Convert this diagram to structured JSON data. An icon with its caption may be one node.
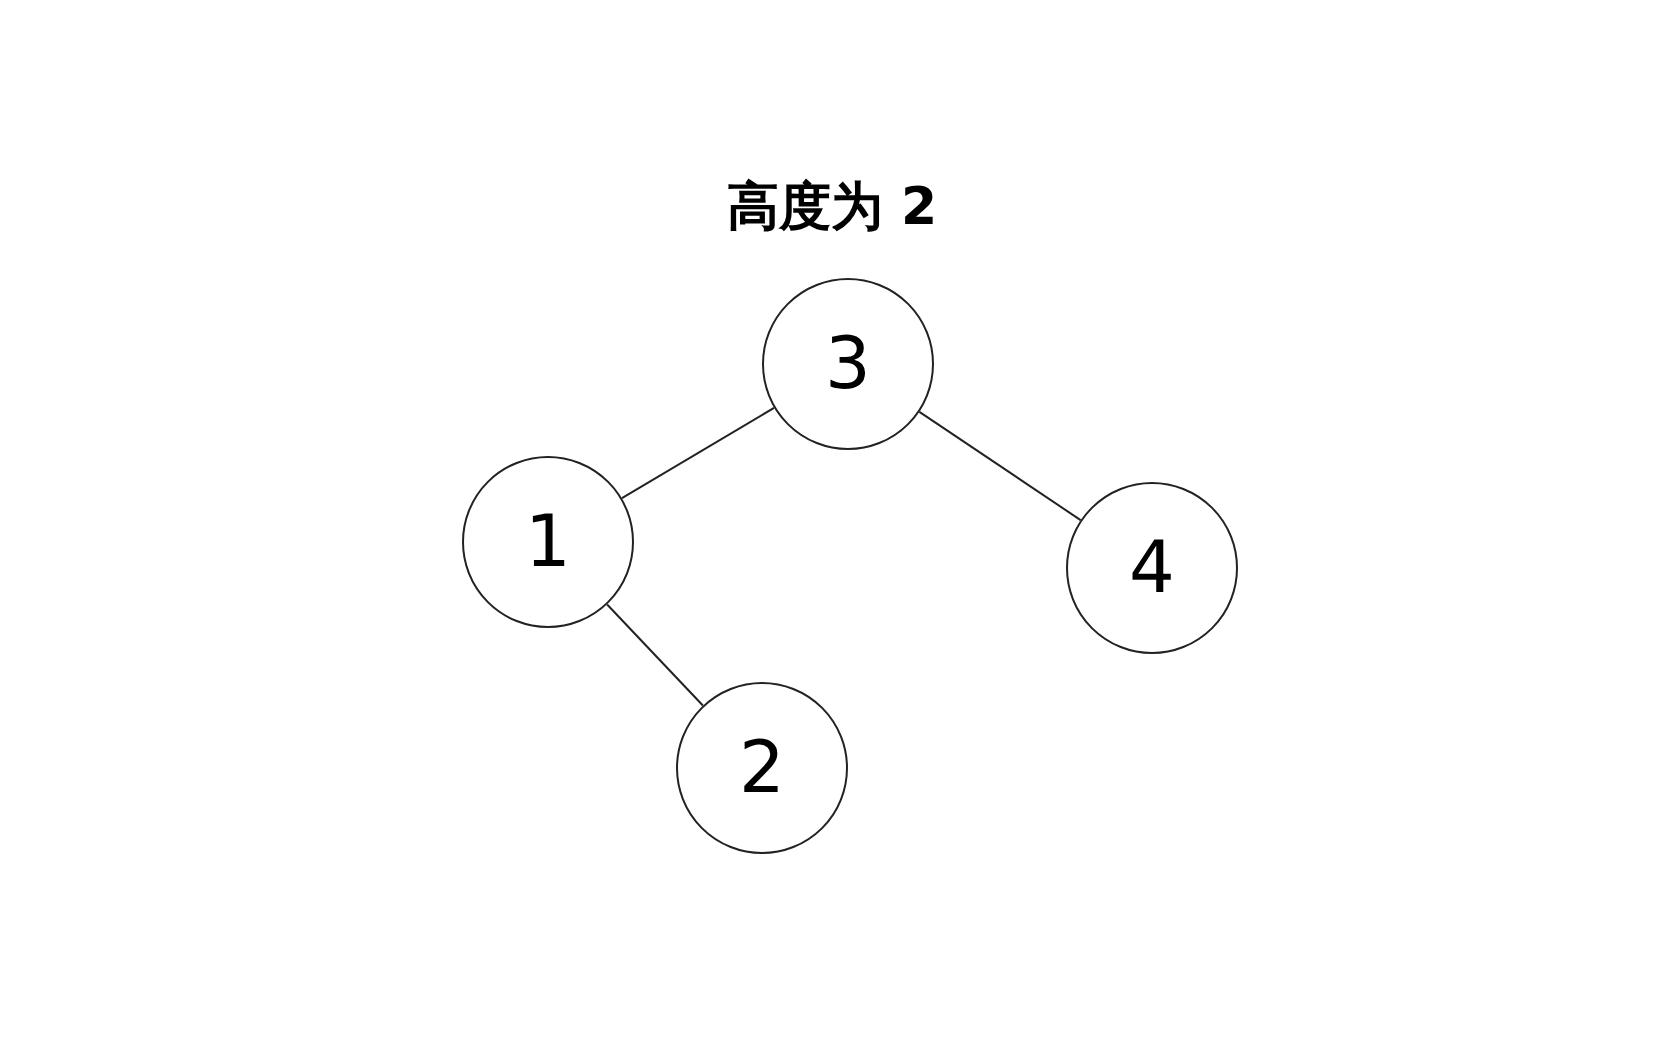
{
  "diagram": {
    "title": "高度为 2",
    "nodes": [
      {
        "text": [
          "3"
        ]
      },
      {
        "text": [
          "1"
        ]
      },
      {
        "text": [
          "4"
        ]
      },
      {
        "text": [
          "2"
        ]
      }
    ],
    "edges": [
      {
        "from": 0,
        "to": 1,
        "arrow": "none"
      },
      {
        "from": 0,
        "to": 2,
        "arrow": "none"
      },
      {
        "from": 1,
        "to": 3,
        "arrow": "none"
      }
    ]
  }
}
